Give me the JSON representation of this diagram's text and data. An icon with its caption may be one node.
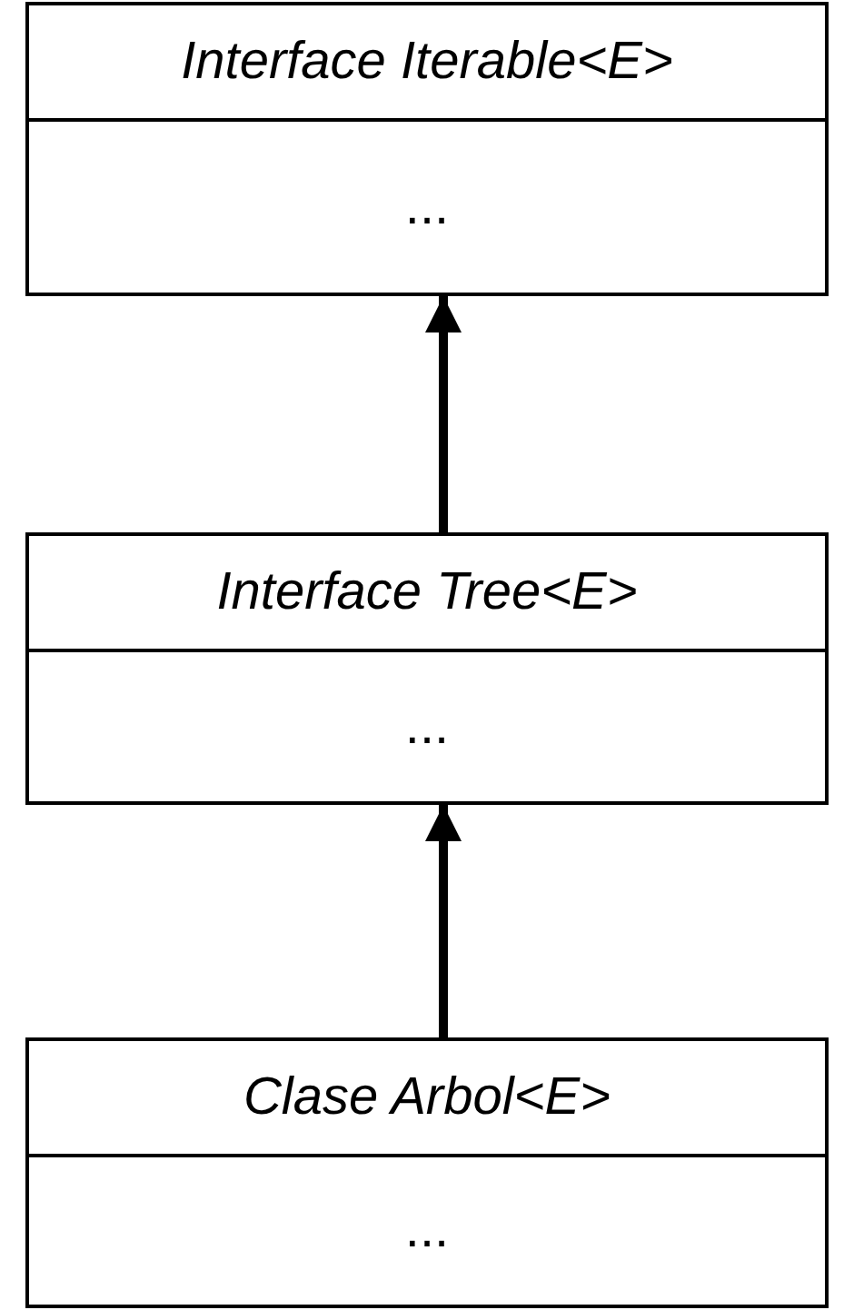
{
  "diagram": {
    "nodes": [
      {
        "text": [
          "Interface Iterable<E>",
          "..."
        ]
      },
      {
        "text": [
          "Interface Tree<E>",
          "..."
        ]
      },
      {
        "text": [
          "Clase Arbol<E>",
          "..."
        ]
      }
    ],
    "edges": [
      {
        "from": 1,
        "to": 0,
        "arrow": "to"
      },
      {
        "from": 2,
        "to": 1,
        "arrow": "to"
      }
    ]
  }
}
